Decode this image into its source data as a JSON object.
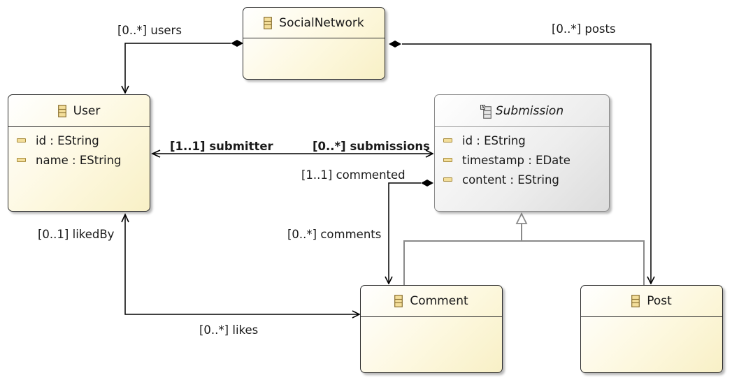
{
  "classes": {
    "social_network": {
      "name": "SocialNetwork"
    },
    "user": {
      "name": "User",
      "attributes": [
        "id : EString",
        "name : EString"
      ]
    },
    "submission": {
      "name": "Submission",
      "abstract": true,
      "attributes": [
        "id : EString",
        "timestamp : EDate",
        "content : EString"
      ]
    },
    "comment": {
      "name": "Comment"
    },
    "post": {
      "name": "Post"
    }
  },
  "references": {
    "users": "[0..*] users",
    "posts": "[0..*] posts",
    "submitter": "[1..1] submitter",
    "submissions": "[0..*] submissions",
    "commented": "[1..1] commented",
    "comments": "[0..*] comments",
    "liked_by": "[0..1] likedBy",
    "likes": "[0..*] likes"
  }
}
